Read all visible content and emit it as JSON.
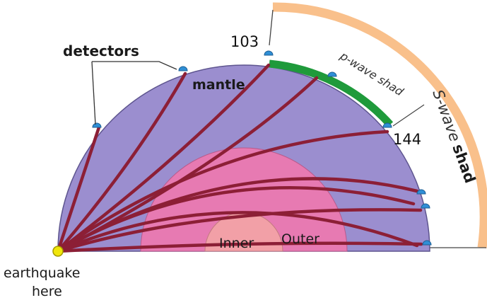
{
  "labels": {
    "detectors": "detectors",
    "mantle": "mantle",
    "inner": "Inner",
    "outer": "Outer",
    "epicenter_line1": "earthquake",
    "epicenter_line2": "here",
    "angle_103": "103",
    "angle_144": "144",
    "p_wave_shadow": "p-wave shad",
    "s_wave_prefix": "S-wave",
    "s_wave_suffix": "shad"
  },
  "colors": {
    "mantle": "#9b8ecf",
    "outer_core": "#e77ab2",
    "inner_core": "#f2a0a7",
    "ray": "#8c1f36",
    "p_shadow": "#1f9a3b",
    "s_shadow": "#f9c08b",
    "detector": "#2f8fd6",
    "epicenter": "#f1e60a"
  }
}
